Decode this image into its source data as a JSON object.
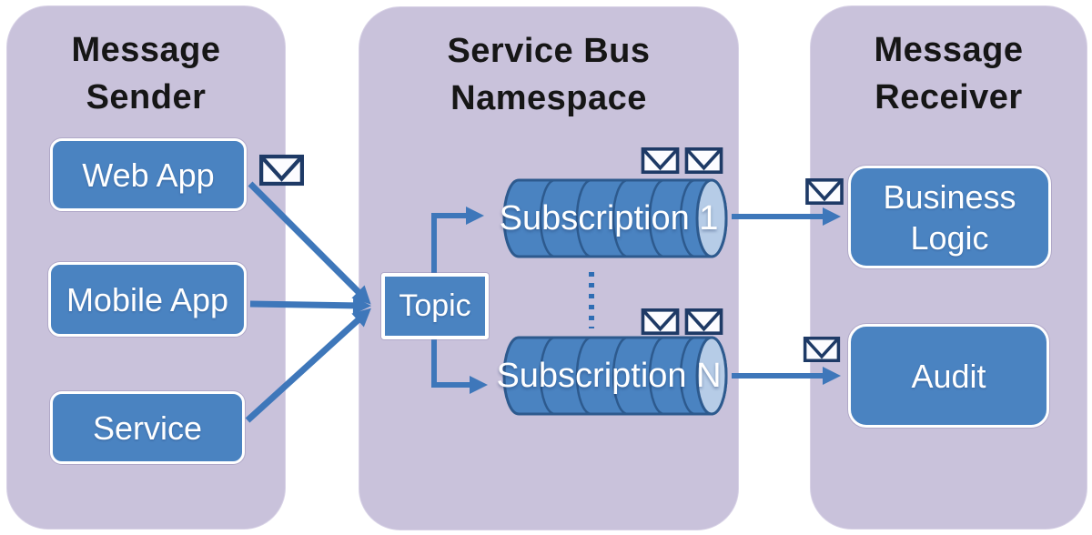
{
  "colors": {
    "panel": "#c9c2db",
    "panel_border": "#d8d2e6",
    "node_fill": "#4a83c1",
    "node_border": "#ffffff",
    "node_text": "#ffffff",
    "title_text": "#161616",
    "arrow": "#3e77ba",
    "envelope": "#1e3a66",
    "envelope_fill": "#fcfcff",
    "cylinder_outline": "#2d5a8e",
    "cylinder_face": "#b6cce7",
    "dots": "#2e6db4"
  },
  "icons": {
    "envelope-icon": "✉"
  },
  "panels": {
    "sender": {
      "title_lines": [
        "Message",
        "Sender"
      ],
      "items": [
        {
          "label": "Web App"
        },
        {
          "label": "Mobile App"
        },
        {
          "label": "Service"
        }
      ]
    },
    "namespace": {
      "title_lines": [
        "Service Bus",
        "Namespace"
      ],
      "topic_label": "Topic",
      "subscriptions": [
        {
          "label": "Subscription 1"
        },
        {
          "label": "Subscription N"
        }
      ]
    },
    "receiver": {
      "title_lines": [
        "Message",
        "Receiver"
      ],
      "items": [
        {
          "label": "Business Logic"
        },
        {
          "label": "Audit"
        }
      ]
    }
  }
}
